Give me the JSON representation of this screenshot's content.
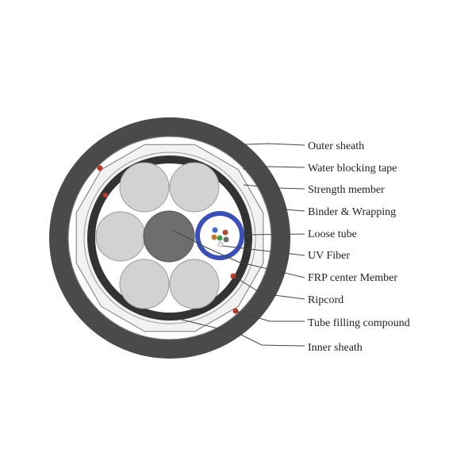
{
  "colors": {
    "outer_sheath": "#4a4a4a",
    "inner_sheath": "#333333",
    "strength_member": "#dcdcdc",
    "filler": "#d2d2d2",
    "center_member": "#6e6e6e",
    "loose_tube": "#3a4fb8",
    "ripcord": "#c0392b"
  },
  "labels": [
    {
      "key": "outer-sheath",
      "text": "Outer sheath"
    },
    {
      "key": "water-blocking-tape",
      "text": "Water blocking tape"
    },
    {
      "key": "strength-member",
      "text": "Strength member"
    },
    {
      "key": "binder-wrapping",
      "text": "Binder & Wrapping"
    },
    {
      "key": "loose-tube",
      "text": "Loose tube"
    },
    {
      "key": "uv-fiber",
      "text": "UV Fiber"
    },
    {
      "key": "frp-center-member",
      "text": "FRP center Member"
    },
    {
      "key": "ripcord",
      "text": "Ripcord"
    },
    {
      "key": "tube-filling-compound",
      "text": "Tube filling compound"
    },
    {
      "key": "inner-sheath",
      "text": "Inner sheath"
    }
  ]
}
